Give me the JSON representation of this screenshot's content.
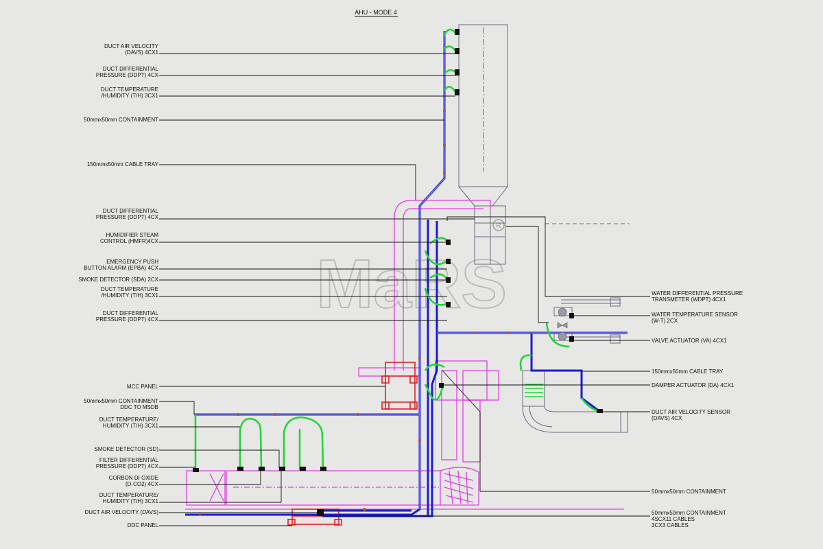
{
  "title": "AHU - MODE 4",
  "watermark": "MaRS",
  "colors": {
    "background": "#e7e7e5",
    "cable_blue": "#1a1ad8",
    "flex_green": "#22d63a",
    "duct_magenta": "#e040e0",
    "panel_red": "#e02020",
    "leader": "#111111"
  },
  "left_labels": [
    {
      "id": "davs-1",
      "lines": [
        "DUCT AIR VELOCITY",
        "(DAVS) 4CX1"
      ]
    },
    {
      "id": "ddpt-1",
      "lines": [
        "DUCT DIFFERENTIAL",
        "PRESSURE  (DDPT) 4CX"
      ]
    },
    {
      "id": "th-1",
      "lines": [
        "DUCT TEMPERATURE",
        "/HUMIDITY (T/H) 3CX1"
      ]
    },
    {
      "id": "cont-1",
      "lines": [
        "50mmx50mm CONTAINMENT"
      ]
    },
    {
      "id": "tray-1",
      "lines": [
        "150mmx50mm CABLE TRAY"
      ]
    },
    {
      "id": "ddpt-2",
      "lines": [
        "DUCT DIFFERENTIAL",
        "PRESSURE  (DDPT) 4CX"
      ]
    },
    {
      "id": "hmfr",
      "lines": [
        "HUMIDIFIER STEAM",
        "CONTROL (HMFR)4CX"
      ]
    },
    {
      "id": "epba",
      "lines": [
        "EMERGENCY PUSH",
        "BUTTON ALARM (EPBA) 4CX"
      ]
    },
    {
      "id": "sda",
      "lines": [
        "SMOKE DETECTOR (SDA) 2CX"
      ]
    },
    {
      "id": "th-2",
      "lines": [
        "DUCT TEMPERATURE",
        "/HUMIDITY (T/H) 3CX1"
      ]
    },
    {
      "id": "ddpt-3",
      "lines": [
        "DUCT DIFFERENTIAL",
        "PRESSURE  (DDPT) 4CX"
      ]
    },
    {
      "id": "mcc",
      "lines": [
        "MCC PANEL"
      ]
    },
    {
      "id": "cont-ddc",
      "lines": [
        "50mmx50mm CONTAINMENT",
        "DDC TO MSDB"
      ]
    },
    {
      "id": "th-3",
      "lines": [
        "DUCT TEMPERATURE/",
        "HUMIDITY (T/H) 3CX1"
      ]
    },
    {
      "id": "sd",
      "lines": [
        "SMOKE DETECTOR (SD)"
      ]
    },
    {
      "id": "fddpt",
      "lines": [
        "FILTER DIFFERENTIAL",
        "PRESSURE (DDPT) 4CX"
      ]
    },
    {
      "id": "co2",
      "lines": [
        "CORBON DI OXIDE",
        "(D-CO2) 4CX"
      ]
    },
    {
      "id": "th-4",
      "lines": [
        "DUCT TEMPERATURE/",
        "HUMIDITY (T/H) 3CX1"
      ]
    },
    {
      "id": "davs-2",
      "lines": [
        "DUCT AIR VELOCITY (DAVS)"
      ]
    },
    {
      "id": "ddc",
      "lines": [
        "DDC PANEL"
      ]
    }
  ],
  "right_labels": [
    {
      "id": "wdpt",
      "lines": [
        "WATER DIFFERENTIAL PRESSURE",
        "TRANSMETER (WDPT) 4CX1"
      ]
    },
    {
      "id": "wt",
      "lines": [
        "WATER TEMPERATURE SENSOR",
        "(W-T) 2CX"
      ]
    },
    {
      "id": "va",
      "lines": [
        "VALVE ACTUATOR (VA) 4CX1"
      ]
    },
    {
      "id": "tray-2",
      "lines": [
        "150mmx50mm CABLE TRAY"
      ]
    },
    {
      "id": "da",
      "lines": [
        "DAMPER ACTUATOR (DA) 4CX1"
      ]
    },
    {
      "id": "davs-3",
      "lines": [
        "DUCT AIR VELOCITY SENSOR",
        "(DAVS) 4CX"
      ]
    },
    {
      "id": "cont-2",
      "lines": [
        "50mmx50mm CONTAINMENT"
      ]
    },
    {
      "id": "cont-3",
      "lines": [
        "50mmx50mm CONTAINMENT",
        "4SCX11 CABLES",
        "3CX3 CABLES"
      ]
    }
  ]
}
